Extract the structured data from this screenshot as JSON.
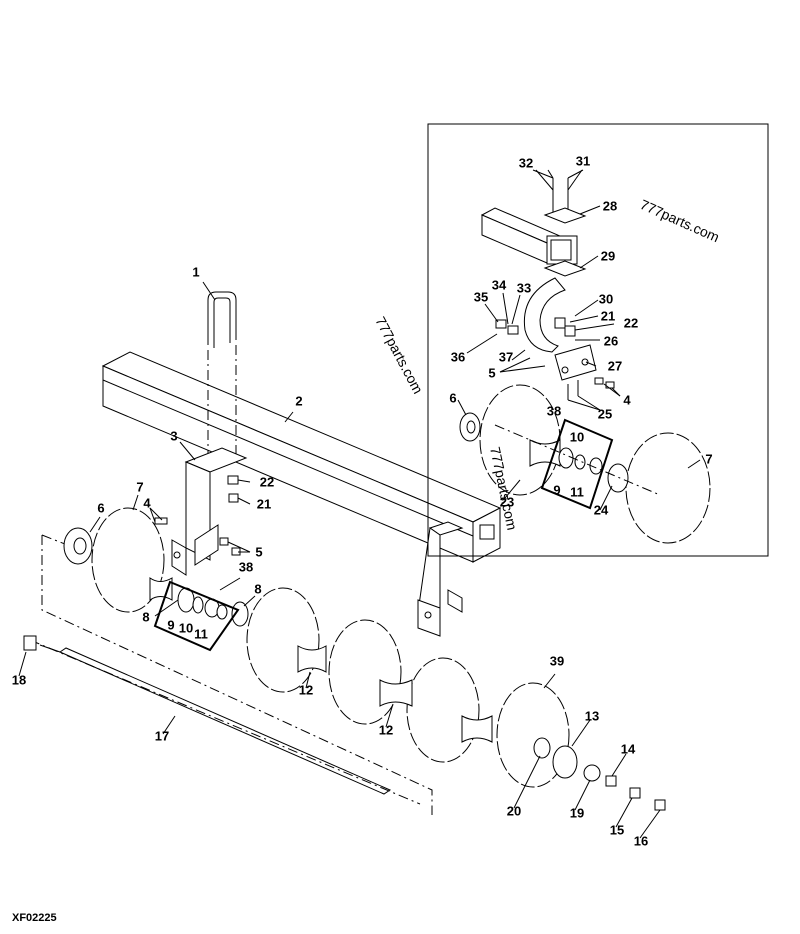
{
  "figure_code": "XF02225",
  "watermarks": [
    "777parts.com",
    "777parts.com",
    "777parts.com"
  ],
  "callouts": {
    "p1": "1",
    "p2": "2",
    "p3": "3",
    "p4": "4",
    "p5": "5",
    "p6": "6",
    "p7": "7",
    "p8a": "8",
    "p8b": "8",
    "p9": "9",
    "p10": "10",
    "p11": "11",
    "p12a": "12",
    "p12b": "12",
    "p13": "13",
    "p14": "14",
    "p15": "15",
    "p16": "16",
    "p17": "17",
    "p18": "18",
    "p19": "19",
    "p20": "20",
    "p21": "21",
    "p22": "22",
    "p38": "38",
    "p39": "39"
  },
  "inset_callouts": {
    "p32": "32",
    "p31": "31",
    "p28": "28",
    "p29": "29",
    "p34": "34",
    "p33": "33",
    "p35": "35",
    "p30": "30",
    "p21": "21",
    "p22": "22",
    "p26": "26",
    "p36": "36",
    "p37": "37",
    "p27": "27",
    "p5": "5",
    "p4": "4",
    "p25": "25",
    "p6": "6",
    "p38": "38",
    "p10": "10",
    "p9": "9",
    "p11": "11",
    "p23": "23",
    "p24": "24",
    "p7": "7"
  }
}
